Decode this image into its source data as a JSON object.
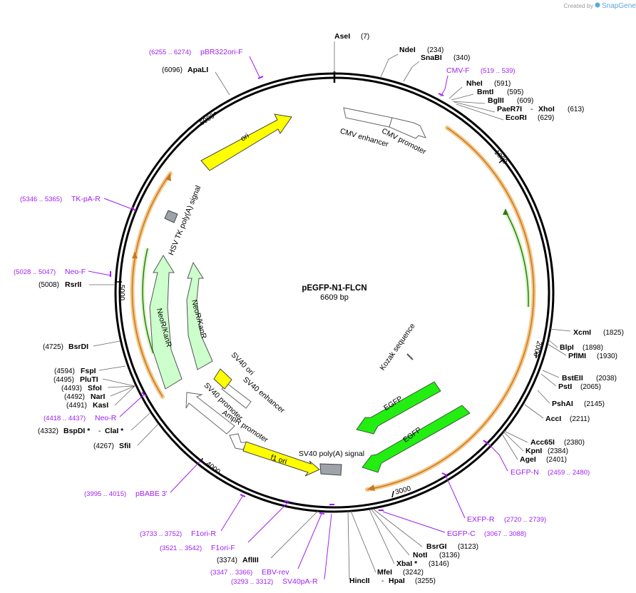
{
  "header": {
    "credit_prefix": "Created by",
    "credit_brand": "SnapGene"
  },
  "plasmid": {
    "name": "pEGFP-N1-FLCN",
    "length_label": "6609 bp",
    "length_bp": 6609
  },
  "ticks": [
    "1000",
    "2000",
    "3000",
    "4000",
    "5000",
    "6000"
  ],
  "features": [
    {
      "name": "CMV enhancer",
      "type": "open-arrow"
    },
    {
      "name": "CMV promoter",
      "type": "open-arrow"
    },
    {
      "name": "Kozak sequence",
      "type": "site"
    },
    {
      "name": "EGFP",
      "type": "green-arrow"
    },
    {
      "name": "EGFP",
      "type": "green-arrow"
    },
    {
      "name": "SV40 poly(A) signal",
      "type": "grey-box"
    },
    {
      "name": "f1 ori",
      "type": "yellow-arrow"
    },
    {
      "name": "AmpR promoter",
      "type": "open-arrow"
    },
    {
      "name": "SV40 promoter",
      "type": "open-arrow"
    },
    {
      "name": "SV40 enhancer",
      "type": "open-arrow"
    },
    {
      "name": "SV40 ori",
      "type": "yellow-box"
    },
    {
      "name": "NeoR/KanR",
      "type": "light-green-arrow"
    },
    {
      "name": "NeoR/KanR",
      "type": "light-green-arrow"
    },
    {
      "name": "HSV TK poly(A) signal",
      "type": "grey-box"
    },
    {
      "name": "ori",
      "type": "yellow-arrow"
    }
  ],
  "sites": [
    {
      "name": "AseI",
      "pos": "(7)"
    },
    {
      "name": "NdeI",
      "pos": "(234)"
    },
    {
      "name": "SnaBI",
      "pos": "(340)"
    },
    {
      "name": "NheI",
      "pos": "(591)"
    },
    {
      "name": "BmtI",
      "pos": "(595)"
    },
    {
      "name": "BglII",
      "pos": "(609)"
    },
    {
      "name": "PaeR7I",
      "sep": "-",
      "name2": "XhoI",
      "pos": "(613)"
    },
    {
      "name": "EcoRI",
      "pos": "(629)"
    },
    {
      "name": "XcmI",
      "pos": "(1825)"
    },
    {
      "name": "BlpI",
      "pos": "(1898)"
    },
    {
      "name": "PflMI",
      "pos": "(1930)"
    },
    {
      "name": "BstEII",
      "pos": "(2038)"
    },
    {
      "name": "PstI",
      "pos": "(2065)"
    },
    {
      "name": "PshAI",
      "pos": "(2145)"
    },
    {
      "name": "AccI",
      "pos": "(2211)"
    },
    {
      "name": "Acc65I",
      "pos": "(2380)"
    },
    {
      "name": "KpnI",
      "pos": "(2384)"
    },
    {
      "name": "AgeI",
      "pos": "(2401)"
    },
    {
      "name": "BsrGI",
      "pos": "(3123)"
    },
    {
      "name": "NotI",
      "pos": "(3136)"
    },
    {
      "name": "XbaI *",
      "pos": "(3146)"
    },
    {
      "name": "MfeI",
      "pos": "(3242)"
    },
    {
      "name": "HincII",
      "sep": "-",
      "name2": "HpaI",
      "pos": "(3255)"
    },
    {
      "name": "AflIII",
      "pos": "(3374)"
    },
    {
      "name": "SfiI",
      "pos": "(4267)"
    },
    {
      "name": "BspDI *",
      "sep": "-",
      "name2": "ClaI *",
      "pos": "(4332)"
    },
    {
      "name": "KasI",
      "pos": "(4491)"
    },
    {
      "name": "NarI",
      "pos": "(4492)"
    },
    {
      "name": "SfoI",
      "pos": "(4493)"
    },
    {
      "name": "PluTI",
      "pos": "(4495)"
    },
    {
      "name": "FspI",
      "pos": "(4594)"
    },
    {
      "name": "BsrDI",
      "pos": "(4725)"
    },
    {
      "name": "RsrII",
      "pos": "(5008)"
    },
    {
      "name": "ApaLI",
      "pos": "(6096)"
    }
  ],
  "primers": [
    {
      "name": "CMV-F",
      "pos": "(519 .. 539)"
    },
    {
      "name": "EGFP-N",
      "pos": "(2459 .. 2480)"
    },
    {
      "name": "EXFP-R",
      "pos": "(2720 .. 2739)"
    },
    {
      "name": "EGFP-C",
      "pos": "(3067 .. 3088)"
    },
    {
      "name": "SV40pA-R",
      "pos": "(3293 .. 3312)"
    },
    {
      "name": "EBV-rev",
      "pos": "(3347 .. 3366)"
    },
    {
      "name": "F1ori-F",
      "pos": "(3521 .. 3542)"
    },
    {
      "name": "F1ori-R",
      "pos": "(3733 .. 3752)"
    },
    {
      "name": "pBABE 3'",
      "pos": "(3995 .. 4015)"
    },
    {
      "name": "Neo-R",
      "pos": "(4418 .. 4437)"
    },
    {
      "name": "Neo-F",
      "pos": "(5028 .. 5047)"
    },
    {
      "name": "TK-pA-R",
      "pos": "(5346 .. 5365)"
    },
    {
      "name": "pBR322ori-F",
      "pos": "(6255 .. 6274)"
    }
  ],
  "colors": {
    "backbone": "#000000",
    "orf_outline": "#f5c78a",
    "orf_line": "#c77a1e",
    "egfp_fill": "#22ee11",
    "neo_fill": "#ccffcc",
    "ori_fill": "#ffff00",
    "polyA_fill": "#9ea3ab",
    "promoter_fill": "#ffffff",
    "primer": "#a020f0"
  }
}
